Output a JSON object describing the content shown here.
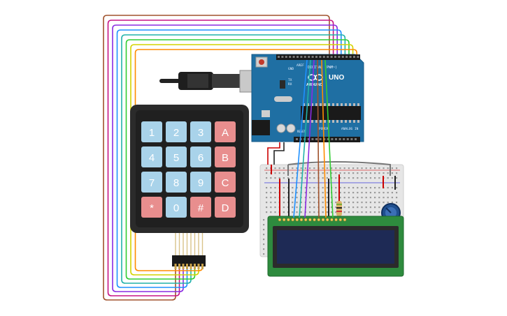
{
  "keypad": {
    "keys": [
      {
        "label": "1",
        "kind": "digit"
      },
      {
        "label": "2",
        "kind": "digit"
      },
      {
        "label": "3",
        "kind": "digit"
      },
      {
        "label": "A",
        "kind": "letter"
      },
      {
        "label": "4",
        "kind": "digit"
      },
      {
        "label": "5",
        "kind": "digit"
      },
      {
        "label": "6",
        "kind": "digit"
      },
      {
        "label": "B",
        "kind": "letter"
      },
      {
        "label": "7",
        "kind": "digit"
      },
      {
        "label": "8",
        "kind": "digit"
      },
      {
        "label": "9",
        "kind": "digit"
      },
      {
        "label": "C",
        "kind": "letter"
      },
      {
        "label": "*",
        "kind": "symbol"
      },
      {
        "label": "0",
        "kind": "digit"
      },
      {
        "label": "#",
        "kind": "symbol"
      },
      {
        "label": "D",
        "kind": "letter"
      }
    ]
  },
  "arduino": {
    "model": "UNO",
    "brand": "ARDUINO",
    "digital_label": "DIGITAL (PWM~)",
    "analog_label": "ANALOG IN",
    "power_label": "POWER",
    "reset_label": "RESET",
    "tx_label": "TX",
    "rx_label": "RX",
    "aref_label": "AREF",
    "gnd_label": "GND"
  },
  "wire_colors": [
    "#a0522d",
    "#c71585",
    "#8a2be2",
    "#1e90ff",
    "#20b2aa",
    "#32cd32",
    "#d4d400",
    "#ff8c00"
  ],
  "colors": {
    "arduino_board": "#1f6fa3",
    "keypad_body": "#2b2b2b",
    "key_blue": "#a9d3ea",
    "key_red": "#e88e8e",
    "lcd_pcb": "#2e8b3e",
    "lcd_screen": "#1e2a55",
    "breadboard": "#e6e6e6"
  }
}
